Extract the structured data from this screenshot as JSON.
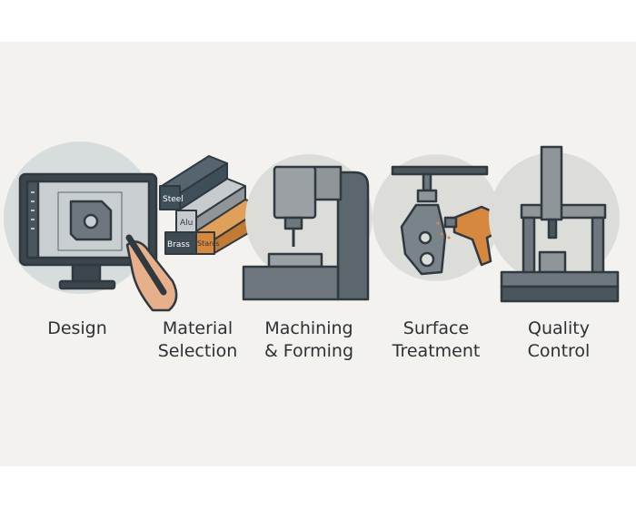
{
  "stages": [
    {
      "lines": [
        "Design"
      ]
    },
    {
      "lines": [
        "Material",
        "Selection"
      ]
    },
    {
      "lines": [
        "Machining",
        "& Forming"
      ]
    },
    {
      "lines": [
        "Surface",
        "Treatment"
      ]
    },
    {
      "lines": [
        "Quality",
        "Control"
      ]
    }
  ],
  "materials": {
    "steel": "Steel",
    "alu": "Alu",
    "brass": "Brass",
    "stainless": "Stan's"
  },
  "colors": {
    "background": "#f4f2ee",
    "circle": "#dcdcd8",
    "dark": "#3f4b53",
    "gray": "#8f9599",
    "orange": "#d8873f",
    "text": "#2b3236"
  }
}
